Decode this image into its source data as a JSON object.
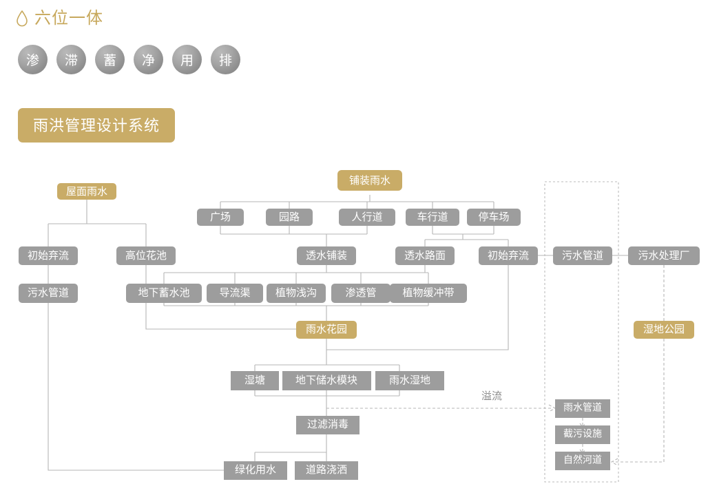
{
  "header": {
    "drop_icon": "water-drop-icon",
    "brand_title": "六位一体",
    "pillars": [
      "渗",
      "滞",
      "蓄",
      "净",
      "用",
      "排"
    ],
    "system_title": "雨洪管理设计系统"
  },
  "colors": {
    "gold": "#C9AC67",
    "gray": "#9d9d9d",
    "line": "#b5b5b5",
    "text_gray": "#8a8a8a"
  },
  "diagram": {
    "annotation_overflow": "溢流",
    "nodes": {
      "roof_rain": "屋面雨水",
      "paving_rain": "铺装雨水",
      "plaza": "广场",
      "garden_road": "园路",
      "sidewalk": "人行道",
      "driveway": "车行道",
      "parking_lot": "停车场",
      "initial_discard_left": "初始弃流",
      "high_flower_bed": "高位花池",
      "sewage_pipe_left": "污水管道",
      "permeable_paving": "透水铺装",
      "permeable_road": "透水路面",
      "initial_discard_right": "初始弃流",
      "sewage_pipe_right": "污水管道",
      "sewage_plant": "污水处理厂",
      "underground_cistern": "地下蓄水池",
      "diversion_channel": "导流渠",
      "vegetated_swale": "植物浅沟",
      "infiltration_pipe": "渗透管",
      "vegetated_buffer": "植物缓冲带",
      "rain_garden": "雨水花园",
      "wetland_park": "湿地公园",
      "wet_pond": "湿塘",
      "underground_storage_module": "地下储水模块",
      "rain_wetland": "雨水湿地",
      "filter_disinfect": "过滤消毒",
      "greening_water": "绿化用水",
      "road_sprinkling": "道路浇洒",
      "stormwater_pipe": "雨水管道",
      "pollution_interception": "截污设施",
      "natural_river": "自然河道"
    }
  }
}
